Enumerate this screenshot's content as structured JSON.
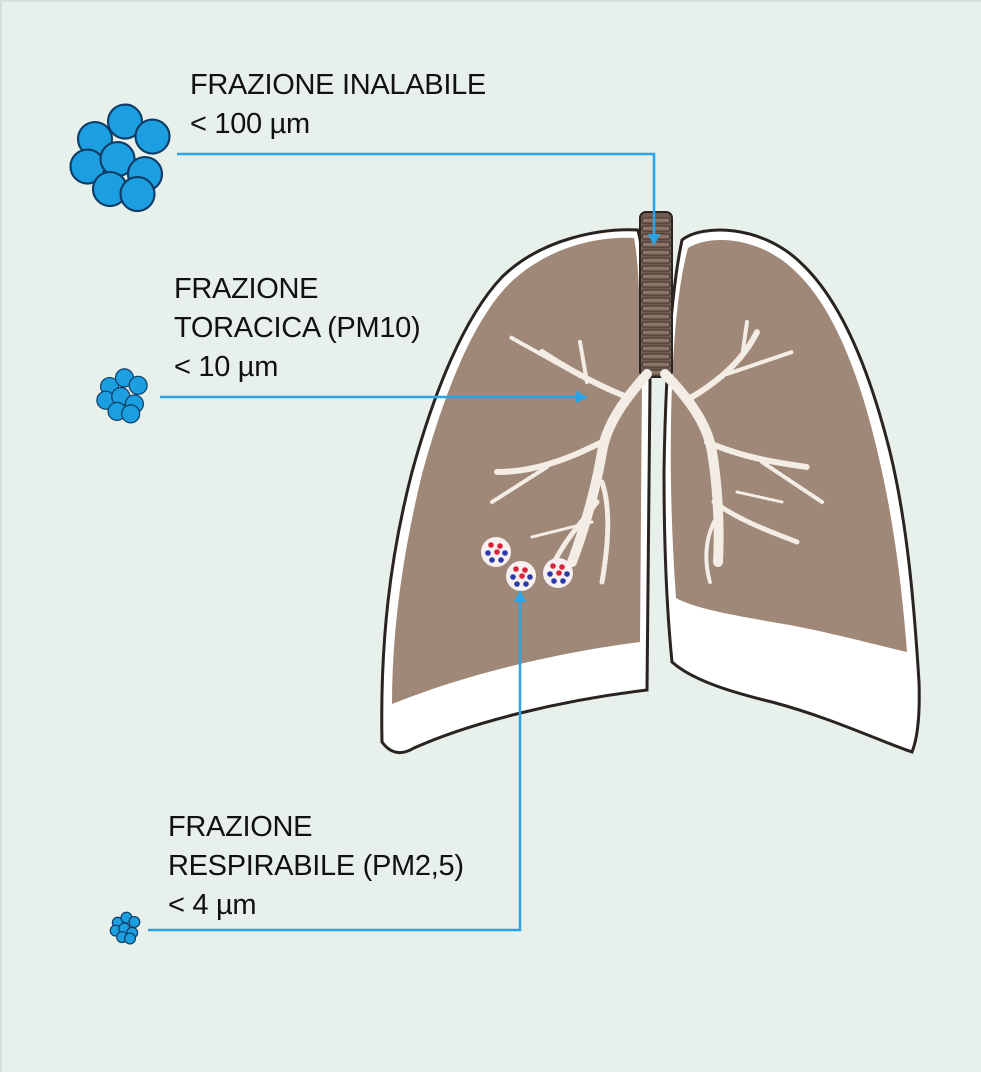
{
  "fractions": [
    {
      "lines": [
        "FRAZIONE INALABILE",
        "< 100 µm"
      ]
    },
    {
      "lines": [
        "FRAZIONE",
        "TORACICA (PM10)",
        "< 10 µm"
      ]
    },
    {
      "lines": [
        "FRAZIONE",
        "RESPIRABILE (PM2,5)",
        "< 4 µm"
      ]
    }
  ],
  "colors": {
    "background": "#e7f0ea",
    "particle": "#1c9fe0",
    "particle_outline": "#0d3c66",
    "connector": "#2ba3e6",
    "lung_tissue": "#a08878",
    "lung_outline": "#2a2320",
    "bronchi": "#f3ede6",
    "trachea": "#6e5c50",
    "alveoli_red": "#d9233b",
    "alveoli_blue": "#2b3aa8"
  }
}
